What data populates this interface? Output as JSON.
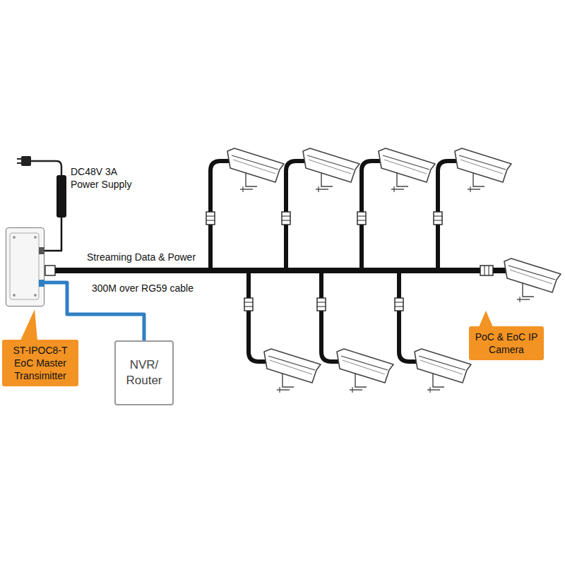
{
  "diagram": {
    "nodes": [
      {
        "text": [
          "DC48V 3A Power Supply"
        ]
      },
      {
        "text": [
          "ST-IPOC8-T EoC Master Transimitter"
        ]
      },
      {
        "text": [
          "NVR/ Router"
        ]
      },
      {
        "text": [
          "PoC & EoC IP Camera"
        ]
      }
    ],
    "edges": [
      {
        "from": 0,
        "to": 1,
        "arrow": "none"
      },
      {
        "from": 1,
        "to": 2,
        "arrow": "none"
      }
    ],
    "labels": [
      "Streaming Data & Power",
      "300M over RG59 cable"
    ]
  }
}
